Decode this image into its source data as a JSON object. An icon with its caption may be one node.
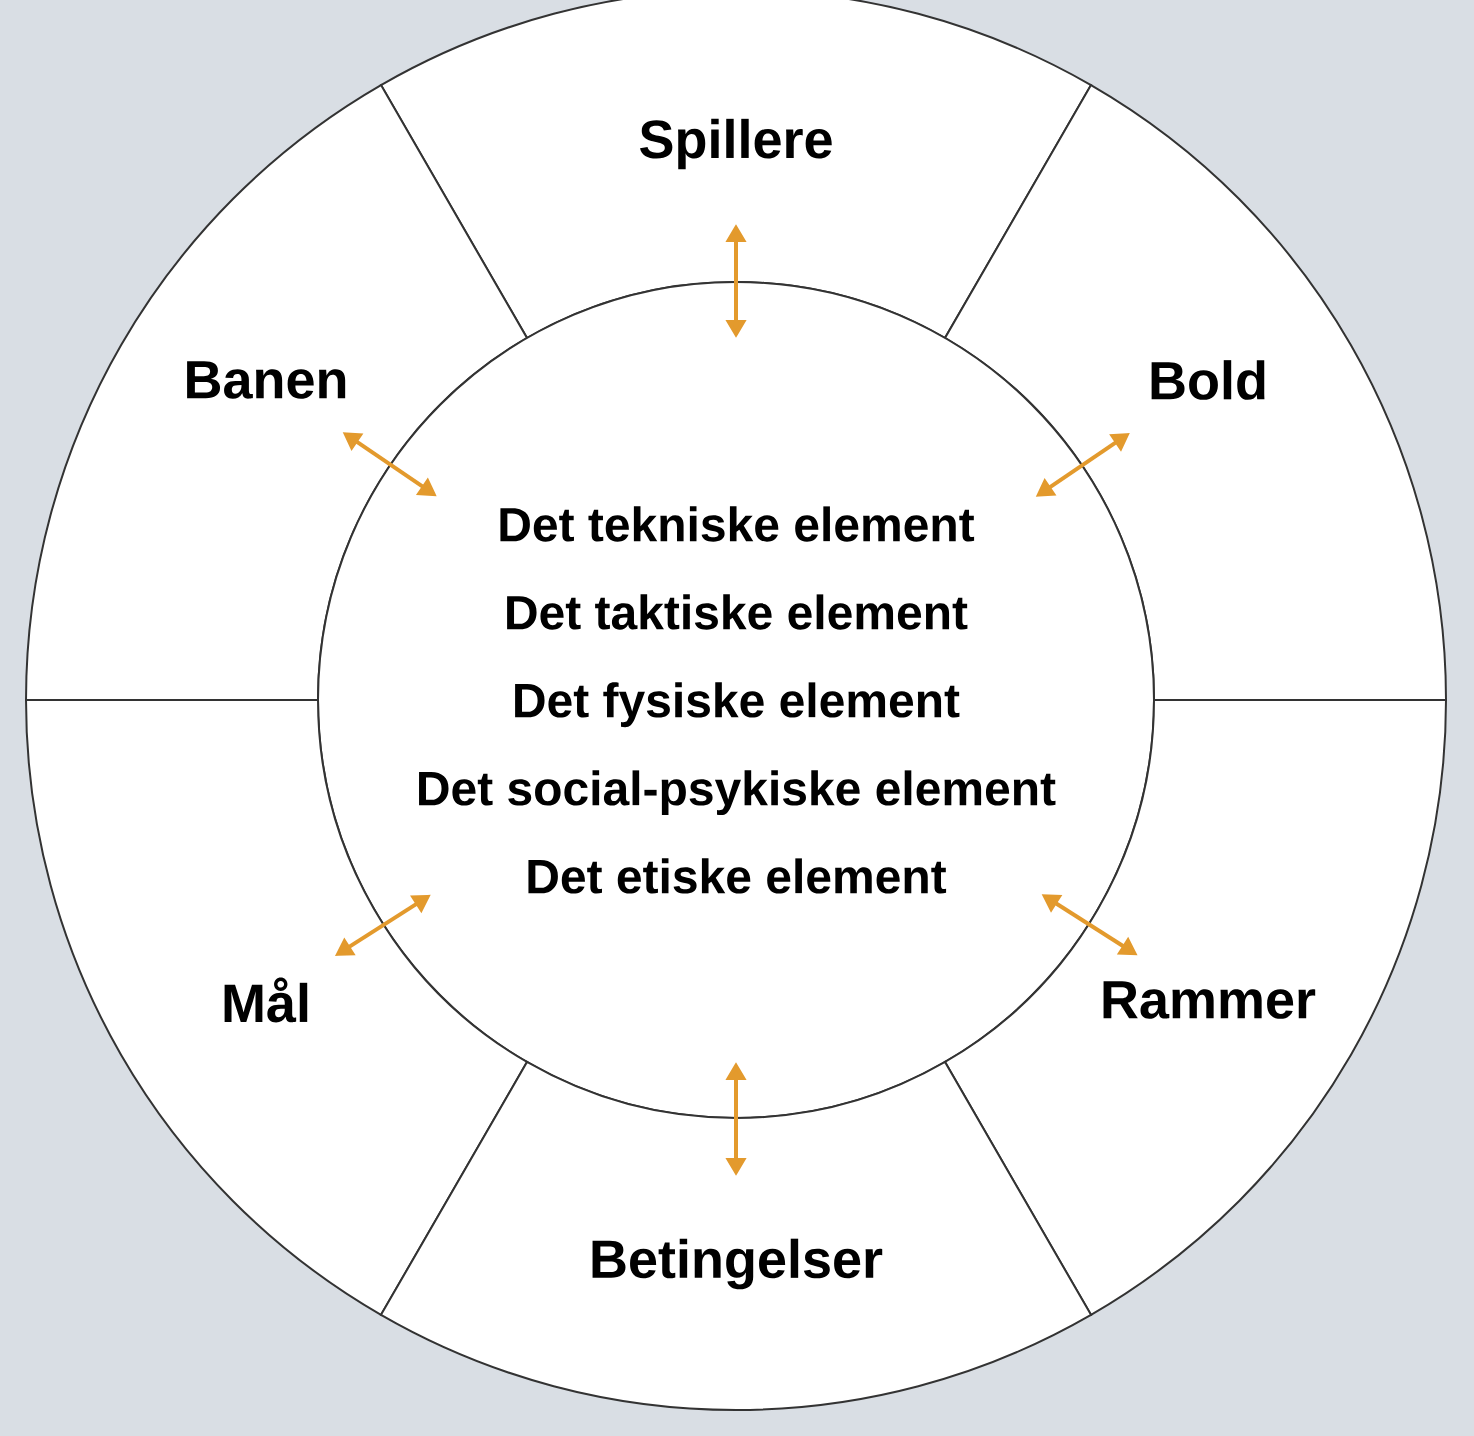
{
  "diagram": {
    "nodes": [
      {
        "text": [
          "Spillere"
        ]
      },
      {
        "text": [
          "Banen"
        ]
      },
      {
        "text": [
          "Bold"
        ]
      },
      {
        "text": [
          "Det tekniske element",
          "Det taktiske element",
          "Det fysiske element",
          "Det social-psykiske element",
          "Det etiske element"
        ]
      },
      {
        "text": [
          "Mål"
        ]
      },
      {
        "text": [
          "Rammer"
        ]
      },
      {
        "text": [
          "Betingelser"
        ]
      }
    ],
    "edges": [
      {
        "from": 3,
        "to": 0,
        "arrow": "both"
      },
      {
        "from": 3,
        "to": 1,
        "arrow": "both"
      },
      {
        "from": 3,
        "to": 2,
        "arrow": "both"
      },
      {
        "from": 3,
        "to": 4,
        "arrow": "both"
      },
      {
        "from": 3,
        "to": 5,
        "arrow": "both"
      },
      {
        "from": 3,
        "to": 6,
        "arrow": "both"
      }
    ]
  }
}
